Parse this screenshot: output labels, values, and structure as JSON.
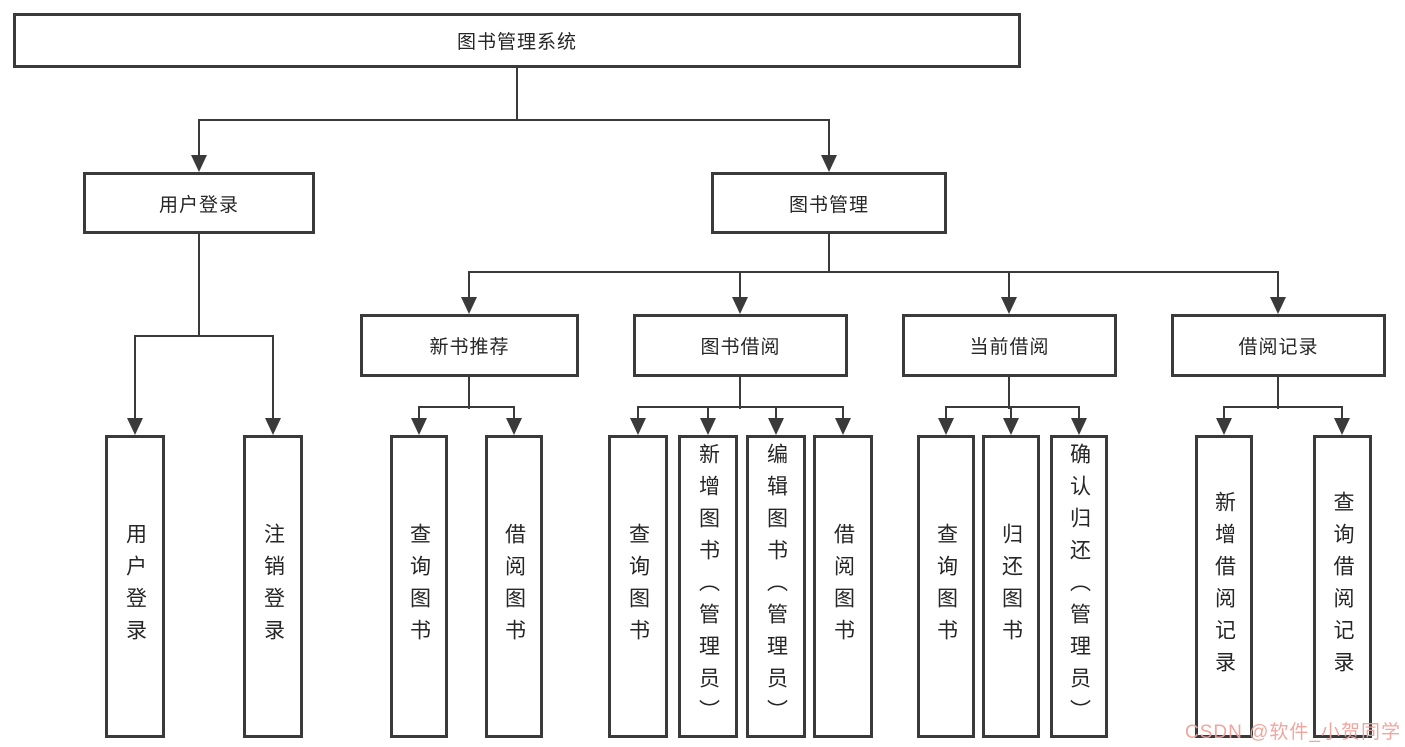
{
  "tree": {
    "root": {
      "label": "图书管理系统"
    },
    "branches": [
      {
        "label": "用户登录",
        "children": [
          {
            "label": "用户登录"
          },
          {
            "label": "注销登录"
          }
        ]
      },
      {
        "label": "图书管理",
        "children": [
          {
            "label": "新书推荐",
            "children": [
              {
                "label": "查询图书"
              },
              {
                "label": "借阅图书"
              }
            ]
          },
          {
            "label": "图书借阅",
            "children": [
              {
                "label": "查询图书"
              },
              {
                "label": "新增图书（管理员）"
              },
              {
                "label": "编辑图书（管理员）"
              },
              {
                "label": "借阅图书"
              }
            ]
          },
          {
            "label": "当前借阅",
            "children": [
              {
                "label": "查询图书"
              },
              {
                "label": "归还图书"
              },
              {
                "label": "确认归还（管理员）"
              }
            ]
          },
          {
            "label": "借阅记录",
            "children": [
              {
                "label": "新增借阅记录"
              },
              {
                "label": "查询借阅记录"
              }
            ]
          }
        ]
      }
    ]
  },
  "watermark": {
    "text": "CSDN @软件_小贺同学",
    "color": "#f0a29b"
  },
  "colors": {
    "line": "#3a3a3a",
    "text": "#262626",
    "box_background": "#ffffff",
    "page_background": "#ffffff"
  }
}
